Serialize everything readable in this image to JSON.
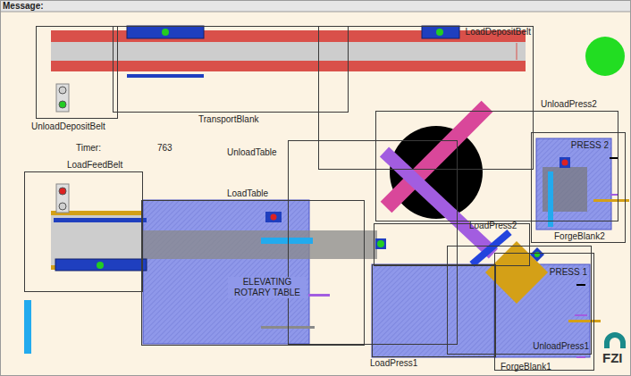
{
  "diagram": {
    "nodes": [
      {
        "text": [
          "UnloadDepositBelt"
        ]
      },
      {
        "text": [
          "TransportBlank"
        ]
      },
      {
        "text": [
          "LoadDepositBelt"
        ]
      },
      {
        "text": [
          "UnloadPress2"
        ]
      },
      {
        "text": [
          "UnloadTable"
        ]
      },
      {
        "text": [
          "LoadFeedBelt"
        ]
      },
      {
        "text": [
          "LoadTable"
        ]
      },
      {
        "text": [
          "ELEVATING ROTARY TABLE"
        ],
        "in": 6
      },
      {
        "text": [
          "ForgeBlank2"
        ]
      },
      {
        "text": [
          "PRESS 2"
        ],
        "in": 8
      },
      {
        "text": [
          "LoadPress2"
        ]
      },
      {
        "text": [
          "LoadPress1"
        ]
      },
      {
        "text": [
          "UnloadPress1"
        ]
      },
      {
        "text": [
          "ForgeBlank1"
        ]
      },
      {
        "text": [
          "PRESS 1"
        ],
        "in": 13
      }
    ],
    "labels": [
      "Message:",
      "Timer:",
      "763",
      "FZI"
    ]
  }
}
